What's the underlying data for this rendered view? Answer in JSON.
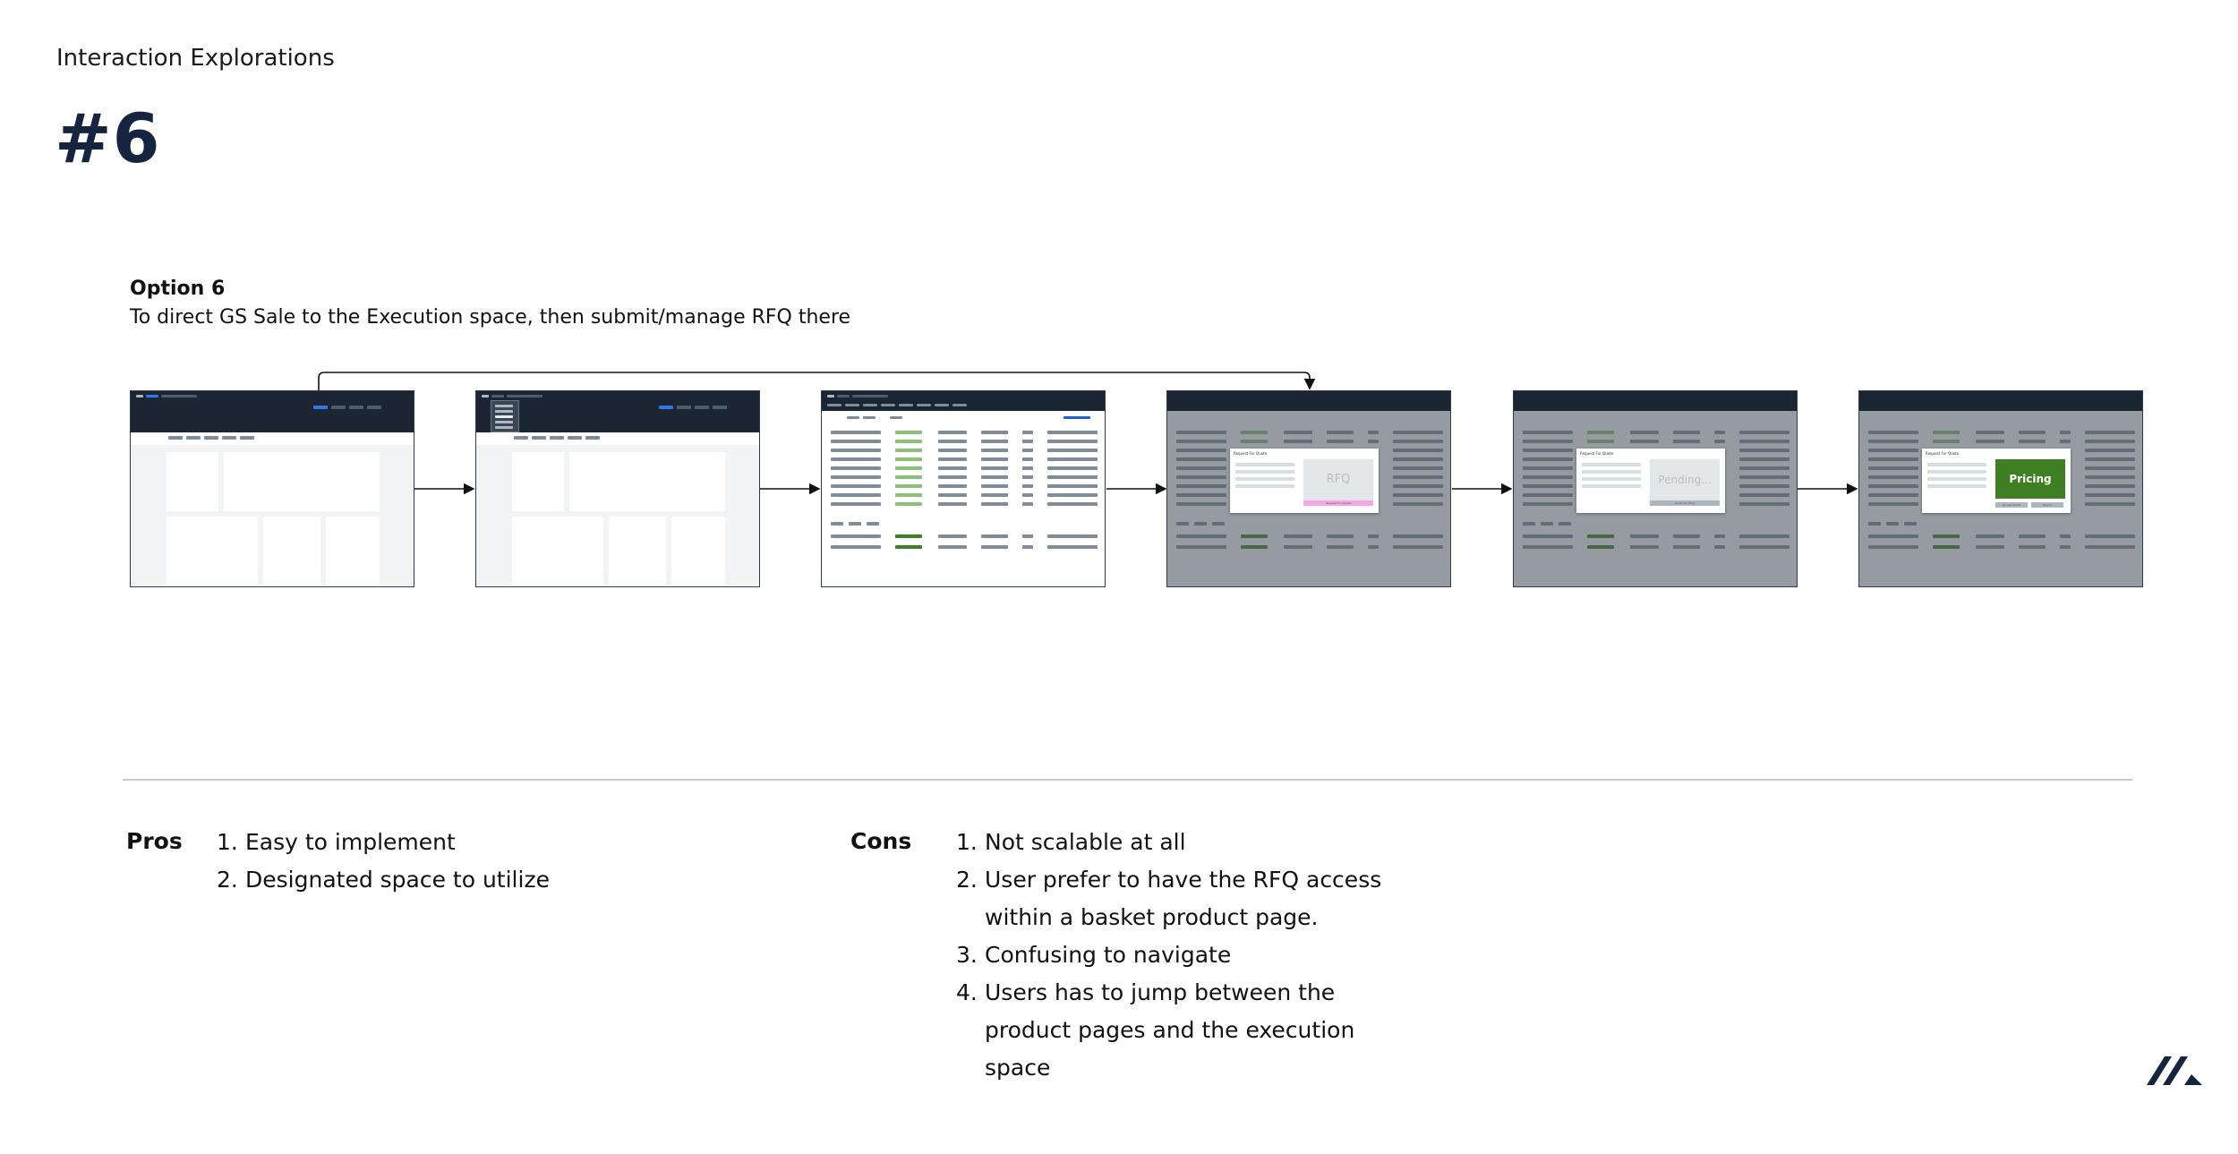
{
  "header": {
    "eyebrow": "Interaction Explorations",
    "number": "#6"
  },
  "option": {
    "title": "Option 6",
    "description": "To direct GS Sale to the Execution space, then submit/manage RFQ there"
  },
  "flow": {
    "frames": [
      {
        "state": "home-page"
      },
      {
        "state": "home-page-menu-open"
      },
      {
        "state": "execution-space-table"
      },
      {
        "state": "rfq-modal",
        "modal_title": "Request For Quote",
        "panel_label": "RFQ",
        "button_label": "Request For Quote"
      },
      {
        "state": "rfq-pending",
        "modal_title": "Request For Quote",
        "panel_label": "Pending...",
        "button_label": "Quote Pending"
      },
      {
        "state": "rfq-pricing",
        "modal_title": "Request For Quote",
        "panel_label": "Pricing",
        "button_labels": [
          "Accept Quote",
          "Reject"
        ]
      }
    ],
    "colors": {
      "header": "#1c2632",
      "accent_blue": "#1f5fd1",
      "green_light": "#8bc277",
      "green_dark": "#3f7f24",
      "pricing_green": "#3f7f24",
      "pink_button": "#f7a6e4",
      "bar_gray": "#7f8c9c"
    }
  },
  "pros": {
    "label": "Pros",
    "items": [
      {
        "num": "1.",
        "text": "Easy to implement"
      },
      {
        "num": "2.",
        "text": "Designated space to utilize"
      }
    ]
  },
  "cons": {
    "label": "Cons",
    "items": [
      {
        "num": "1.",
        "text": "Not scalable at all"
      },
      {
        "num": "2.",
        "text": "User prefer to have the RFQ access within a basket product page."
      },
      {
        "num": "3.",
        "text": "Confusing to navigate"
      },
      {
        "num": "4.",
        "text": "Users has to jump between the product pages and the execution space"
      }
    ]
  },
  "logo": {
    "icon": "brand-slash-logo",
    "color": "#16253f"
  }
}
